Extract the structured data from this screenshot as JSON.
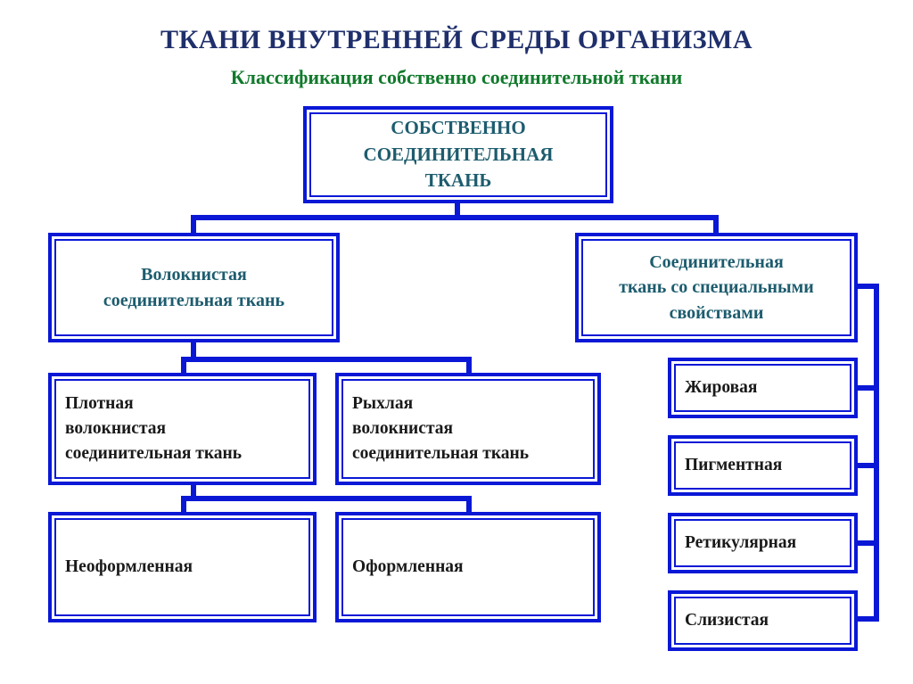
{
  "title": "ТКАНИ ВНУТРЕННЕЙ СРЕДЫ ОРГАНИЗМА",
  "subtitle": "Классификация собственно соединительной ткани",
  "nodes": {
    "root": "СОБСТВЕННО\nСОЕДИНИТЕЛЬНАЯ\nТКАНЬ",
    "fibrous": "Волокнистая\nсоединительная ткань",
    "special": "Соединительная\nткань со специальными\nсвойствами",
    "dense": "Плотная\nволокнистая\nсоединительная ткань",
    "loose": "Рыхлая\nволокнистая\nсоединительная ткань",
    "unformed": "Неоформленная",
    "formed": "Оформленная",
    "fatty": "Жировая",
    "pigment": "Пигментная",
    "reticular": "Ретикулярная",
    "mucous": "Слизистая"
  },
  "colors": {
    "line": "#0a18d6",
    "title": "#1f2f6b",
    "subtitle": "#117a2c",
    "teal_text": "#1d5c6e"
  }
}
